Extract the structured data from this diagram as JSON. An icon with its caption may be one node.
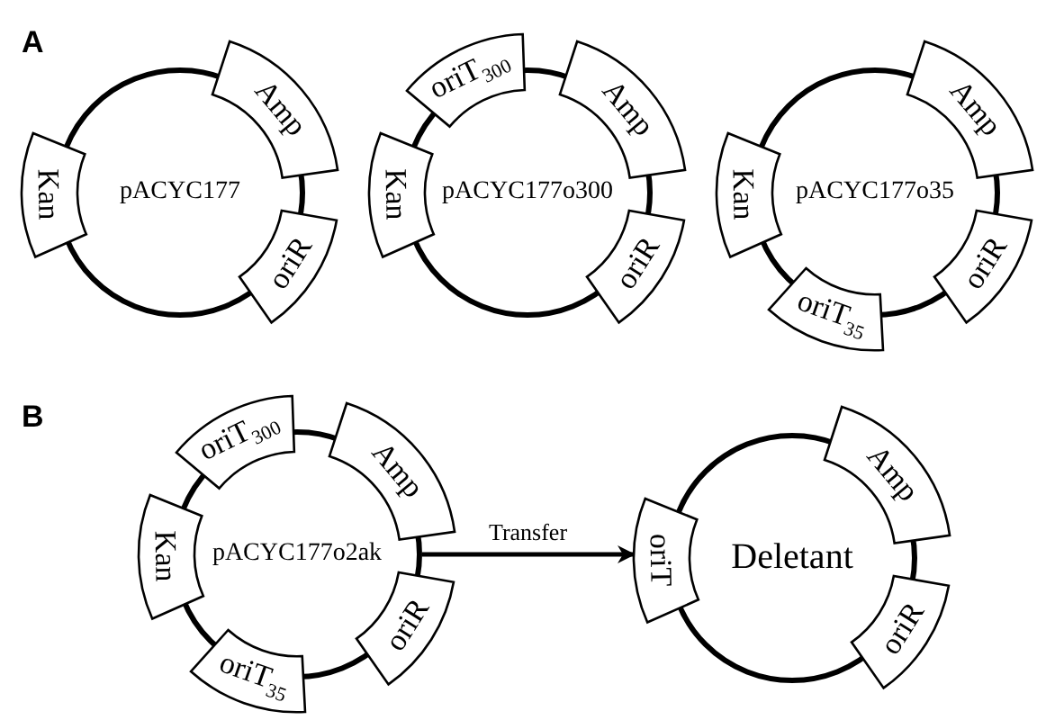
{
  "diagram": {
    "nodes": [
      {
        "text": [
          "pACYC177"
        ]
      },
      {
        "text": [
          "Amp"
        ]
      },
      {
        "text": [
          "oriR"
        ]
      },
      {
        "text": [
          "Kan"
        ]
      },
      {
        "text": [
          "pACYC177o300"
        ]
      },
      {
        "text": [
          "oriT$_{300}$"
        ]
      },
      {
        "text": [
          "Amp"
        ]
      },
      {
        "text": [
          "oriR"
        ]
      },
      {
        "text": [
          "Kan"
        ]
      },
      {
        "text": [
          "pACYC177o35"
        ]
      },
      {
        "text": [
          "Amp"
        ]
      },
      {
        "text": [
          "oriR"
        ]
      },
      {
        "text": [
          "oriT$_{35}$"
        ]
      },
      {
        "text": [
          "Kan"
        ]
      },
      {
        "text": [
          "pACYC177o2ak"
        ]
      },
      {
        "text": [
          "oriT$_{300}$"
        ]
      },
      {
        "text": [
          "Amp"
        ]
      },
      {
        "text": [
          "oriR"
        ]
      },
      {
        "text": [
          "oriT$_{35}$"
        ]
      },
      {
        "text": [
          "Kan"
        ]
      },
      {
        "text": [
          "Deletant"
        ]
      },
      {
        "text": [
          "Amp"
        ]
      },
      {
        "text": [
          "oriR"
        ]
      },
      {
        "text": [
          "oriT"
        ]
      }
    ],
    "edges": [
      {
        "from": 14,
        "to": 23,
        "arrow": "to",
        "label": "Transfer"
      }
    ],
    "labels": [
      "A",
      "B"
    ]
  }
}
